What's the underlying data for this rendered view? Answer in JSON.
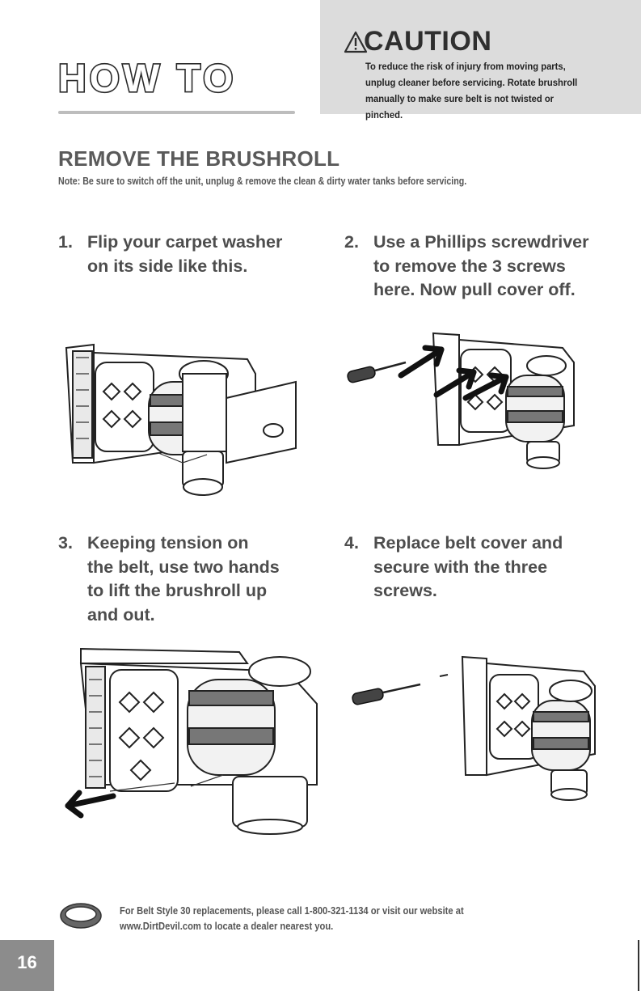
{
  "header": {
    "title": "HOW TO"
  },
  "caution": {
    "title": "CAUTION",
    "text": "To reduce the risk of injury from moving parts, unplug cleaner before servicing. Rotate brushroll manually to make sure belt is not twisted or pinched."
  },
  "section": {
    "title": "REMOVE THE BRUSHROLL",
    "note": "Note: Be sure to switch off the unit, unplug & remove the clean & dirty water tanks before servicing."
  },
  "steps": [
    {
      "number": "1.",
      "lines": [
        "Flip your carpet washer",
        "on its side like this."
      ]
    },
    {
      "number": "2.",
      "lines": [
        "Use a Phillips screwdriver",
        "to remove the 3 screws",
        "here. Now pull cover off."
      ]
    },
    {
      "number": "3.",
      "lines": [
        "Keeping tension on",
        "the belt, use two hands",
        "to lift the brushroll up",
        "and out."
      ]
    },
    {
      "number": "4.",
      "lines": [
        "Replace belt cover and",
        "secure with the three",
        "screws."
      ]
    }
  ],
  "footer": {
    "text_line1": "For Belt Style 30 replacements, please call 1-800-321-1134 or visit our website at",
    "text_line2": "www.DirtDevil.com to locate a dealer nearest you."
  },
  "page": {
    "number": "16"
  },
  "colors": {
    "caution_bg": "#dcdcdc",
    "page_tab": "#8c8c8c",
    "heading": "#5a5a5a"
  }
}
